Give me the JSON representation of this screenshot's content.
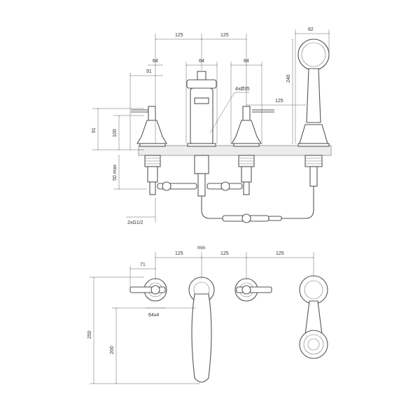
{
  "drawing": {
    "top_view": {
      "dims": {
        "d125_left": "125",
        "d125_right": "125",
        "d82": "82",
        "d64_left": "64",
        "d64_mid": "64",
        "d64_right": "64",
        "d91_horiz": "91",
        "d4x35": "4xØ35",
        "d240": "240",
        "d125_hose": "125",
        "d91_vert": "91",
        "d100": "100",
        "d50max": "50 max",
        "d2xG12": "2xG1/2"
      }
    },
    "plan_view": {
      "dims": {
        "d125_a": "125",
        "d125_b": "125",
        "d125_c": "125",
        "dmin": "min",
        "d71": "71",
        "d64x4": "64x4",
        "d250": "250",
        "d200": "200"
      }
    },
    "colors": {
      "line": "#555555",
      "dimension": "#666666",
      "deck": "#ececec"
    }
  }
}
